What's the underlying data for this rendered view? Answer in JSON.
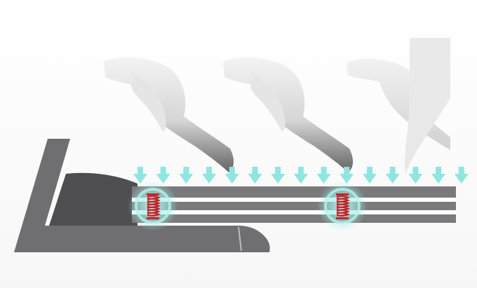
{
  "illustration": {
    "subject": "treadmill-shock-absorption",
    "icons": [
      "running-legs-icon",
      "down-arrow-icon",
      "shock-spring-icon"
    ],
    "colors": {
      "background": "#ffffff",
      "frame": "#6f6e70",
      "frame_dark": "#4e4d4f",
      "deck": "#7a797b",
      "arrow": "#8fe6df",
      "glow": "#b7f3ee",
      "spring": "#c0262b",
      "leg_light": "#e9e9e9",
      "leg_dark": "#6a6a6a"
    },
    "arrow_count": 15,
    "spring_count": 2
  }
}
